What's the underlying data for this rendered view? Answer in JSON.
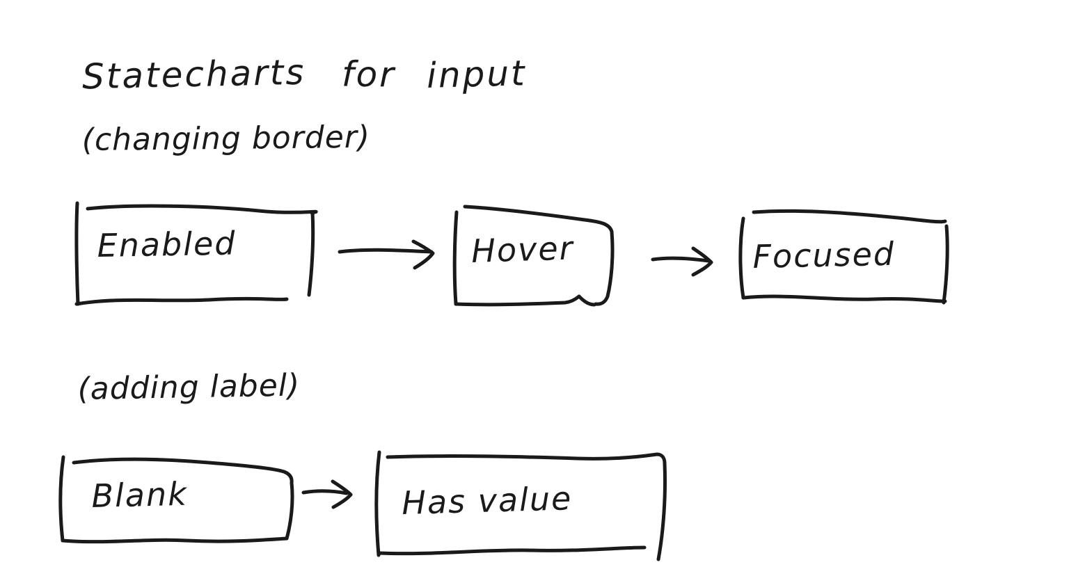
{
  "page": {
    "background_color": "#ffffff",
    "ink_color": "#1a1a1a",
    "medium": "handwritten-sketch"
  },
  "title": {
    "text": "Statecharts for input",
    "word1": "Statecharts",
    "word2": "for",
    "word3": "input"
  },
  "sections": [
    {
      "heading": "(changing border)",
      "states": [
        {
          "label": "Enabled"
        },
        {
          "label": "Hover"
        },
        {
          "label": "Focused"
        }
      ],
      "transitions": [
        {
          "from": "Enabled",
          "to": "Hover",
          "label": ""
        },
        {
          "from": "Hover",
          "to": "Focused",
          "label": ""
        }
      ]
    },
    {
      "heading": "(adding label)",
      "states": [
        {
          "label": "Blank"
        },
        {
          "label": "Has value"
        }
      ],
      "transitions": [
        {
          "from": "Blank",
          "to": "Has value",
          "label": ""
        }
      ]
    }
  ],
  "chart_data": {
    "type": "diagram",
    "diagram_kind": "statechart",
    "title": "Statecharts for input",
    "groups": [
      {
        "name": "(changing border)",
        "nodes": [
          "Enabled",
          "Hover",
          "Focused"
        ],
        "edges": [
          [
            "Enabled",
            "Hover"
          ],
          [
            "Hover",
            "Focused"
          ]
        ]
      },
      {
        "name": "(adding label)",
        "nodes": [
          "Blank",
          "Has value"
        ],
        "edges": [
          [
            "Blank",
            "Has value"
          ]
        ]
      }
    ]
  }
}
